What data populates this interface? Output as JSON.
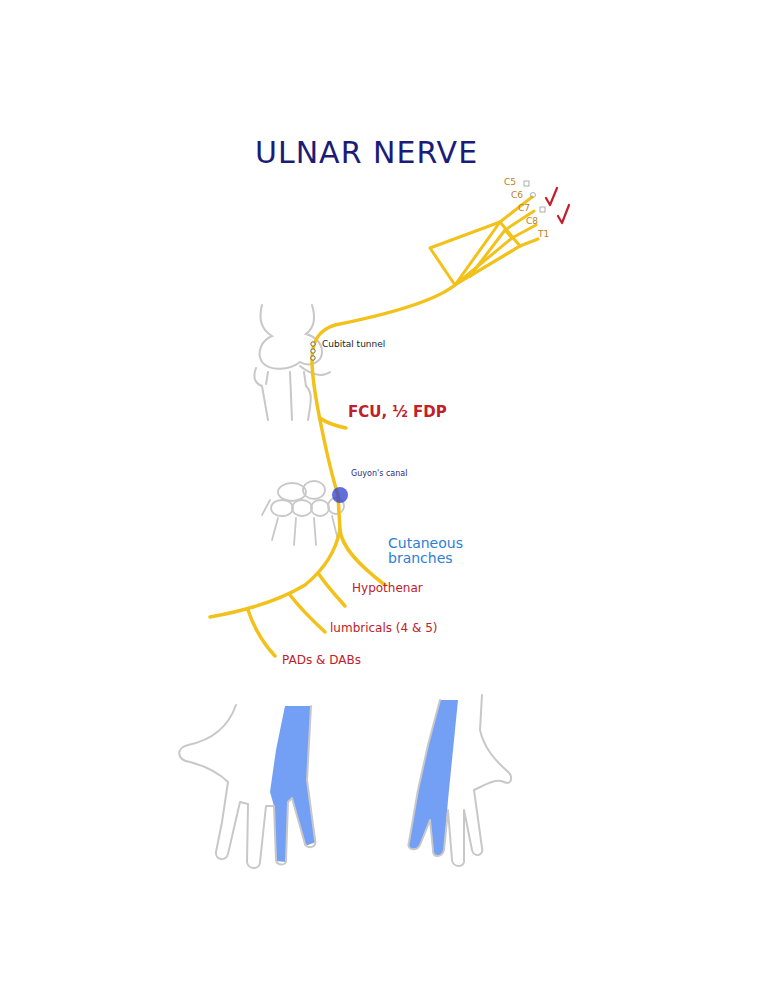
{
  "diagram": {
    "title": "ULNAR NERVE",
    "labels": [
      "C5",
      "C6",
      "C7",
      "C8",
      "T1",
      "Cubital tunnel",
      "FCU, ½ FDP",
      "Guyon's canal",
      "Cutaneous branches",
      "Hypothenar",
      "lumbricals (4 & 5)",
      "PADs & DABs"
    ]
  }
}
